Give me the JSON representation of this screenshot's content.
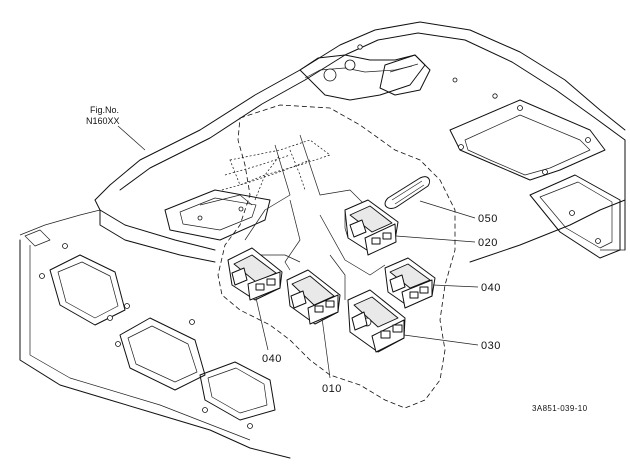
{
  "figure": {
    "fig_no_label": "Fig.No.",
    "fig_no_value": "N160XX",
    "drawing_ref": "3A851-039-10"
  },
  "callouts": [
    {
      "key": "c050",
      "label": "050"
    },
    {
      "key": "c020",
      "label": "020"
    },
    {
      "key": "c040_right",
      "label": "040"
    },
    {
      "key": "c030",
      "label": "030"
    },
    {
      "key": "c040_left",
      "label": "040"
    },
    {
      "key": "c010",
      "label": "010"
    }
  ],
  "parts": [
    "050",
    "020",
    "040",
    "030",
    "010"
  ]
}
